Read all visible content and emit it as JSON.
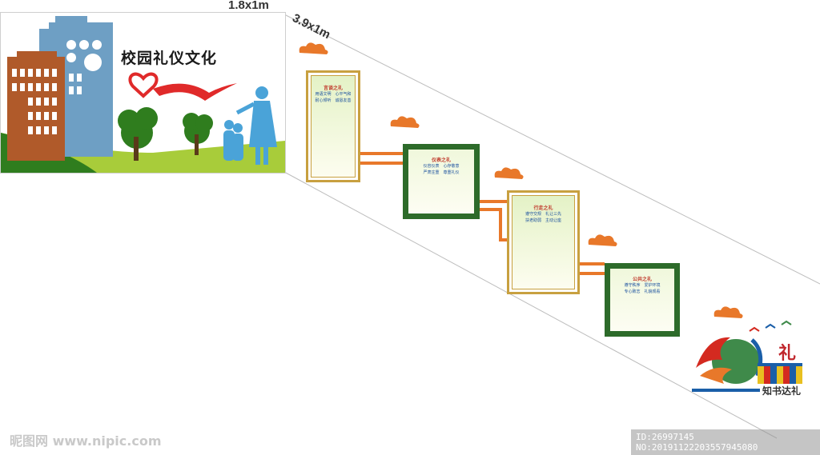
{
  "dimensions": {
    "left_panel": "1.8x1m",
    "wall": "3.9x1m"
  },
  "left_panel": {
    "title": "校园礼仪文化"
  },
  "panels": [
    {
      "title": "言谈之礼",
      "lines": [
        "用语文明　心平气和",
        "耐心倾听　诚恳友善"
      ]
    },
    {
      "title": "仪表之礼",
      "lines": [
        "仪容仪表　心存敬意",
        "严肃庄重　尊重礼仪"
      ]
    },
    {
      "title": "行走之礼",
      "lines": [
        "遵守交规　礼让三先",
        "扶老助弱　主动让座"
      ]
    },
    {
      "title": "公共之礼",
      "lines": [
        "遵守秩序　爱护环境",
        "专心致志　礼貌观看"
      ]
    }
  ],
  "logo": {
    "char": "礼",
    "text": "知书达礼"
  },
  "watermarks": {
    "left": "昵图网 www.nipic.com",
    "right": "ID:26997145 NO:20191122203557945080"
  },
  "colors": {
    "gold": "#c8a040",
    "green": "#2d6b2a",
    "orange": "#e8782a",
    "grass": "#a8cc3a"
  }
}
